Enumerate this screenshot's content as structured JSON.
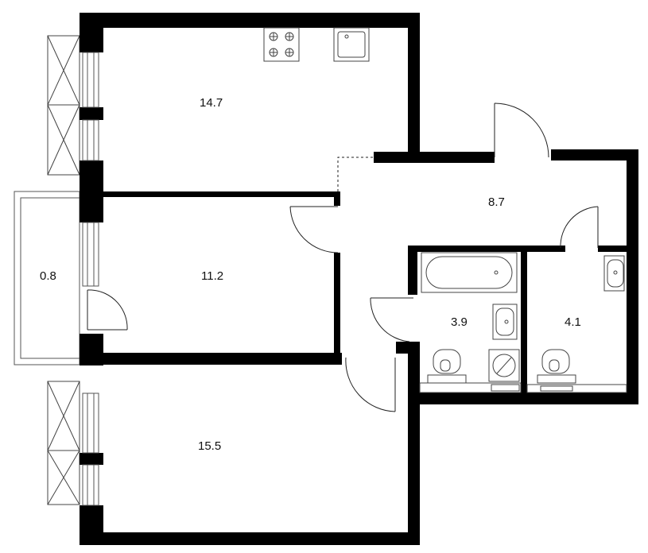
{
  "rooms": {
    "kitchen": "14.7",
    "hall": "8.7",
    "bedroom": "11.2",
    "balcony": "0.8",
    "bathroom": "3.9",
    "toilet": "4.1",
    "living": "15.5"
  },
  "colors": {
    "wall": "#000000",
    "fixture": "#444444",
    "background": "#ffffff"
  }
}
